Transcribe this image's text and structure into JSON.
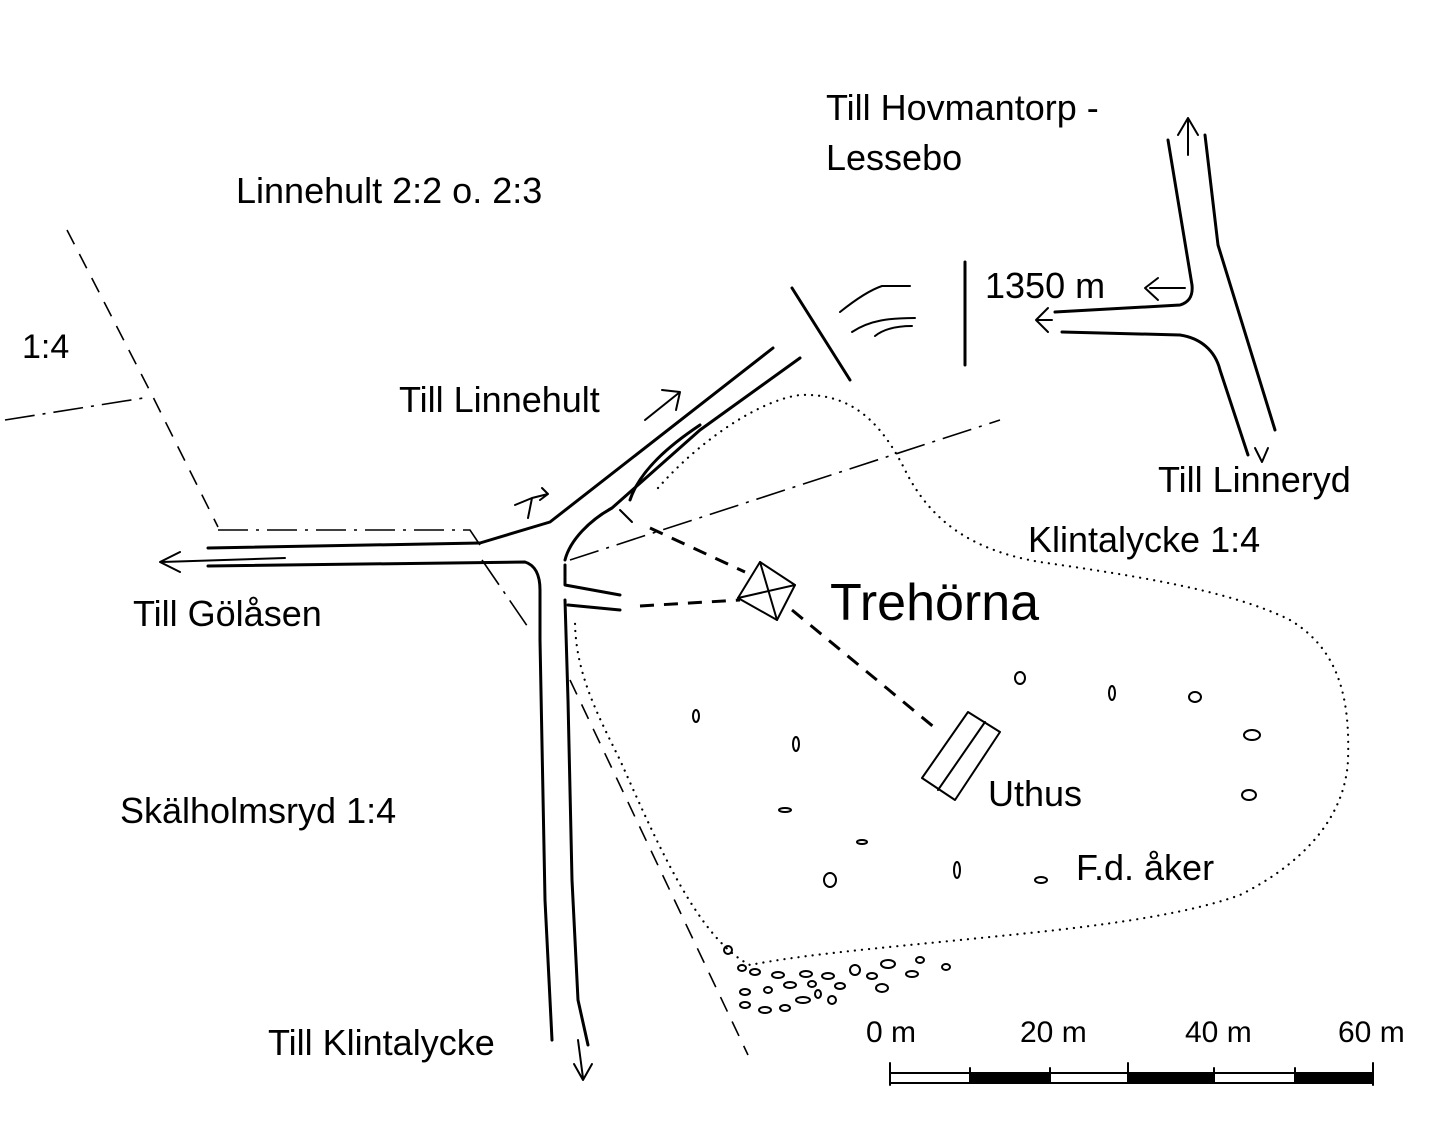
{
  "labels": {
    "property_linnehult": "Linnehult 2:2 o. 2:3",
    "property_14": "1:4",
    "to_hovmantorp": "Till Hovmantorp -",
    "to_hovmantorp_2": "Lessebo",
    "distance": "1350 m",
    "to_linnehult": "Till Linnehult",
    "to_linneryd": "Till Linneryd",
    "property_klintalycke": "Klintalycke 1:4",
    "to_golasen": "Till Gölåsen",
    "site_name": "Trehörna",
    "property_skalholmsryd": "Skälholmsryd 1:4",
    "outhouse": "Uthus",
    "former_field": "F.d. åker",
    "to_klintalycke": "Till Klintalycke"
  },
  "scale_bar": {
    "labels": [
      "0 m",
      "20 m",
      "40 m",
      "60 m"
    ],
    "max_meters": 60
  },
  "colors": {
    "ink": "#000000",
    "paper": "#ffffff"
  }
}
